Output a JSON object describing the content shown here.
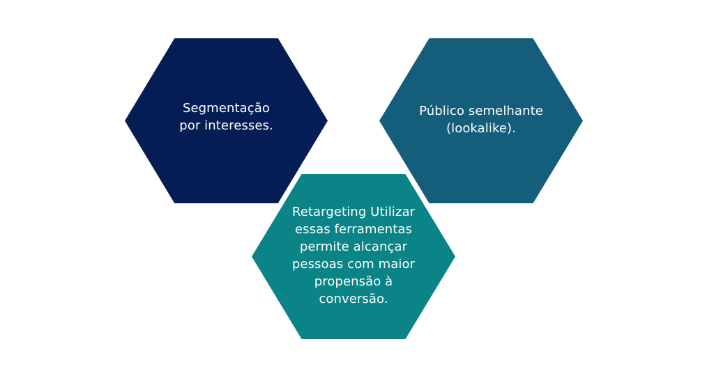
{
  "colors": {
    "background": "#ffffff",
    "text": "#ffffff",
    "navy": "#041e55",
    "slate_teal": "#155e7b",
    "teal": "#0b8488"
  },
  "nodes": [
    {
      "label": "Segmentação\npor interesses.",
      "color": "#041e55"
    },
    {
      "label": "Público semelhante\n(lookalike).",
      "color": "#155e7b"
    },
    {
      "label": "Retargeting Utilizar\nessas ferramentas\npermite alcançar\npessoas com maior\npropensão à\nconversão.",
      "color": "#0b8488"
    }
  ]
}
